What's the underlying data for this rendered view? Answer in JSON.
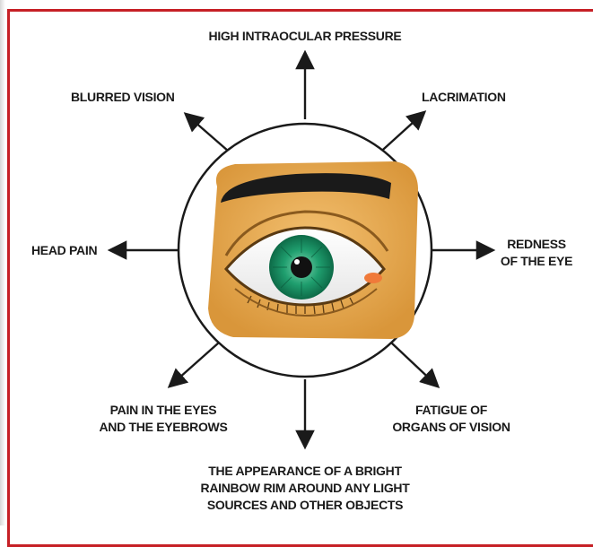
{
  "symptoms": {
    "top": "HIGH INTRAOCULAR PRESSURE",
    "top_left": "BLURRED VISION",
    "top_right": "LACRIMATION",
    "left": "HEAD PAIN",
    "right": "REDNESS\nOF THE EYE",
    "bottom_left": "PAIN IN THE EYES\nAND THE EYEBROWS",
    "bottom_right": "FATIGUE OF\nORGANS OF VISION",
    "bottom": "THE APPEARANCE OF A BRIGHT\nRAINBOW RIM AROUND ANY LIGHT\nSOURCES AND OTHER OBJECTS"
  },
  "colors": {
    "border": "#c62026",
    "arrow": "#1a1a1a",
    "skin": "#e8a94a",
    "iris": "#1f9e6e",
    "brow": "#1a1a1a"
  }
}
